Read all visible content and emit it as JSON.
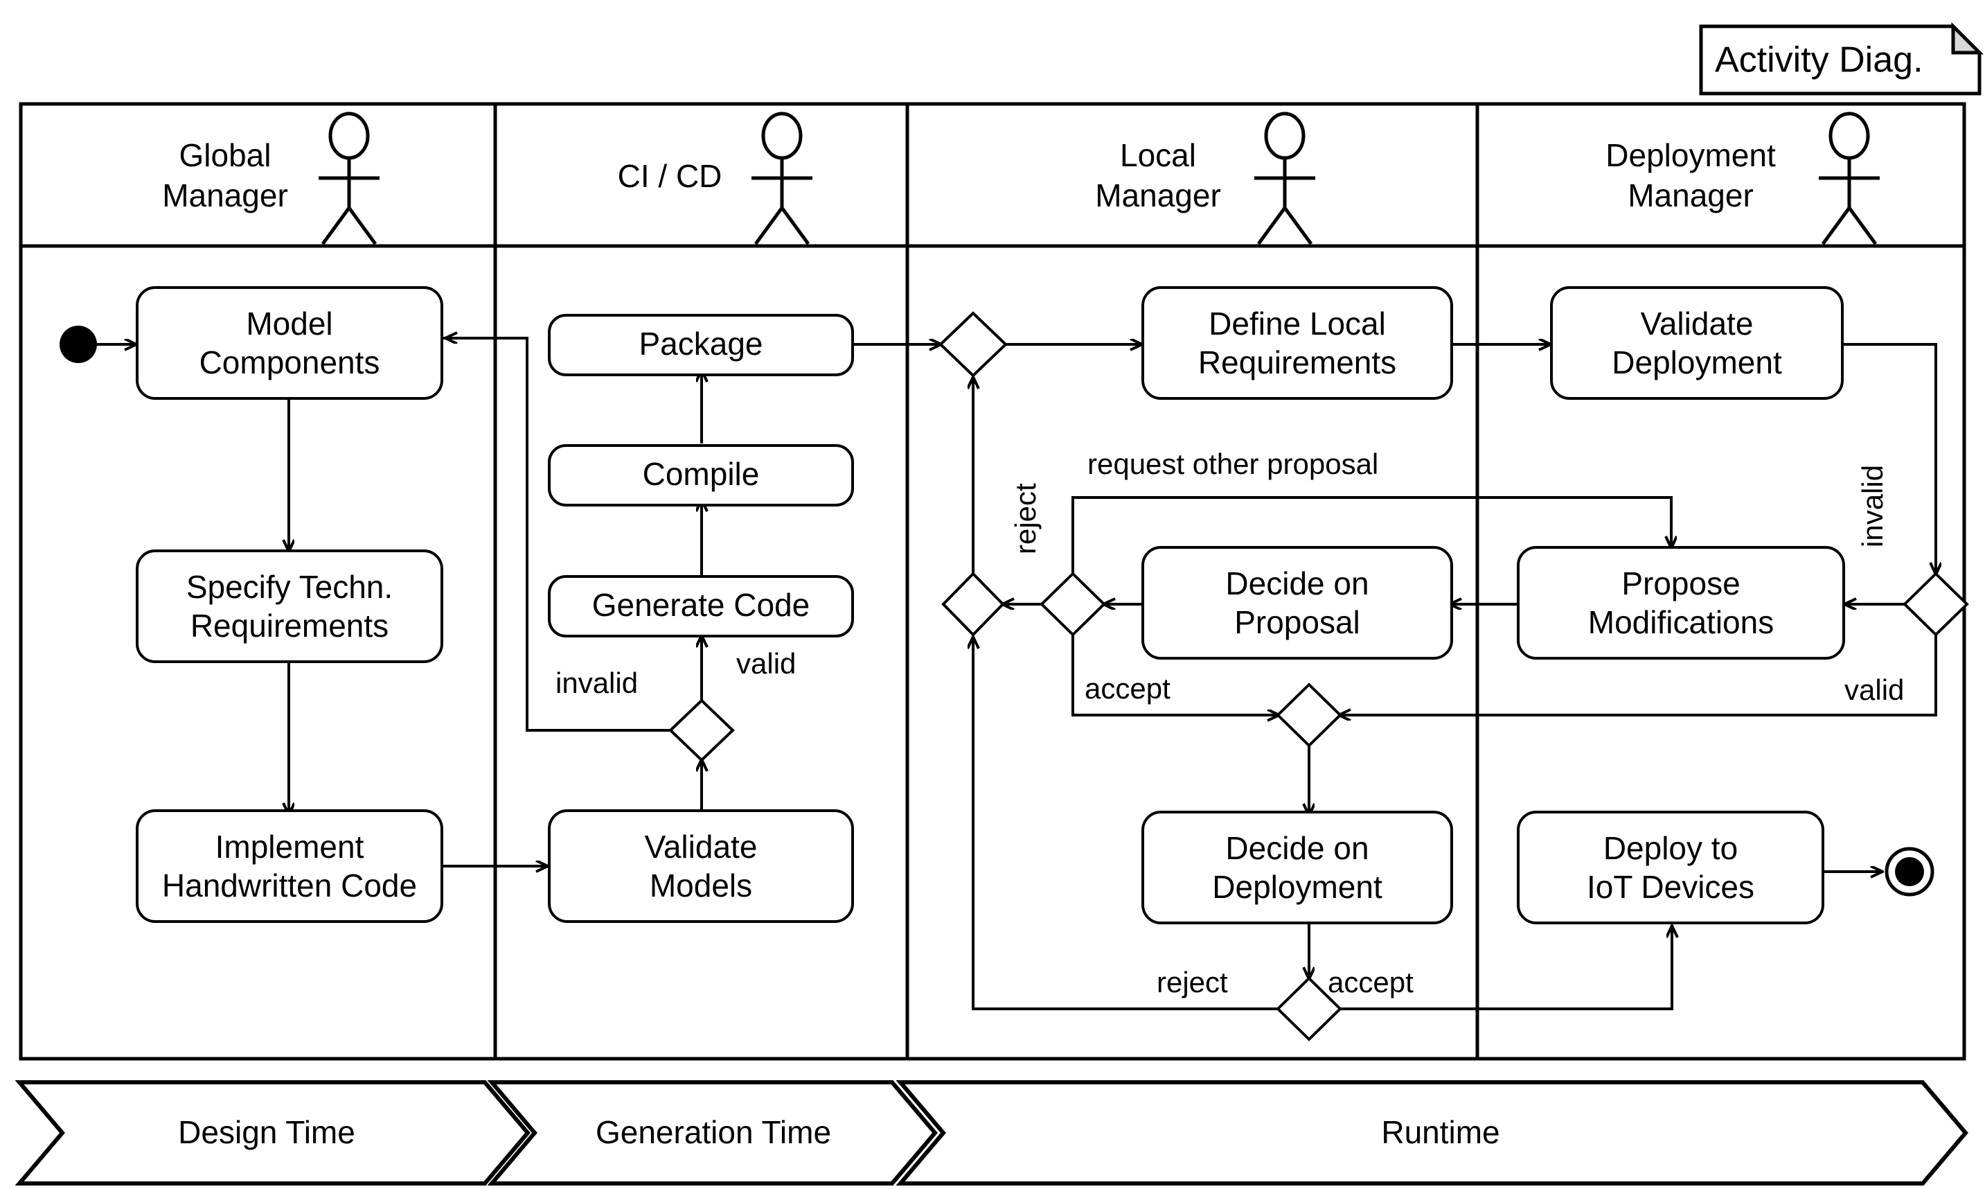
{
  "diagram": {
    "title_note": "Activity Diag.",
    "kind": "uml-activity-diagram"
  },
  "lanes": [
    {
      "id": "global-manager",
      "label_line1": "Global",
      "label_line2": "Manager",
      "actor_icon": "actor-stick-figure"
    },
    {
      "id": "ci-cd",
      "label_line1": "CI / CD",
      "label_line2": "",
      "actor_icon": "actor-stick-figure"
    },
    {
      "id": "local-manager",
      "label_line1": "Local",
      "label_line2": "Manager",
      "actor_icon": "actor-stick-figure"
    },
    {
      "id": "deployment-manager",
      "label_line1": "Deployment",
      "label_line2": "Manager",
      "actor_icon": "actor-stick-figure"
    }
  ],
  "activities": [
    {
      "id": "model-components",
      "lane": "global-manager",
      "line1": "Model",
      "line2": "Components"
    },
    {
      "id": "specify-techn-req",
      "lane": "global-manager",
      "line1": "Specify Techn.",
      "line2": "Requirements"
    },
    {
      "id": "implement-handwritten",
      "lane": "global-manager",
      "line1": "Implement",
      "line2": "Handwritten Code"
    },
    {
      "id": "package",
      "lane": "ci-cd",
      "line1": "Package",
      "line2": ""
    },
    {
      "id": "compile",
      "lane": "ci-cd",
      "line1": "Compile",
      "line2": ""
    },
    {
      "id": "generate-code",
      "lane": "ci-cd",
      "line1": "Generate Code",
      "line2": ""
    },
    {
      "id": "validate-models",
      "lane": "ci-cd",
      "line1": "Validate",
      "line2": "Models"
    },
    {
      "id": "define-local-req",
      "lane": "local-manager",
      "line1": "Define Local",
      "line2": "Requirements"
    },
    {
      "id": "decide-on-proposal",
      "lane": "local-manager",
      "line1": "Decide on",
      "line2": "Proposal"
    },
    {
      "id": "decide-on-deployment",
      "lane": "local-manager",
      "line1": "Decide on",
      "line2": "Deployment"
    },
    {
      "id": "validate-deployment",
      "lane": "deployment-manager",
      "line1": "Validate",
      "line2": "Deployment"
    },
    {
      "id": "propose-modifications",
      "lane": "deployment-manager",
      "line1": "Propose",
      "line2": "Modifications"
    },
    {
      "id": "deploy-to-iot",
      "lane": "deployment-manager",
      "line1": "Deploy to",
      "line2": "IoT Devices"
    }
  ],
  "guards": {
    "models_invalid": "invalid",
    "models_valid": "valid",
    "proposal_reject": "reject",
    "proposal_accept": "accept",
    "request_other_proposal": "request other proposal",
    "deployment_invalid": "invalid",
    "deployment_valid": "valid",
    "deploy_reject": "reject",
    "deploy_accept": "accept"
  },
  "control_nodes": [
    {
      "id": "initial-node",
      "type": "initial"
    },
    {
      "id": "final-node",
      "type": "final"
    },
    {
      "id": "merge-top-local",
      "type": "merge"
    },
    {
      "id": "merge-reject-local",
      "type": "merge"
    },
    {
      "id": "decision-proposal",
      "type": "decision"
    },
    {
      "id": "merge-accept",
      "type": "merge"
    },
    {
      "id": "decision-deploy",
      "type": "decision"
    },
    {
      "id": "decision-models",
      "type": "decision"
    },
    {
      "id": "decision-validate-deployment",
      "type": "decision"
    }
  ],
  "phases": [
    {
      "id": "design-time",
      "label": "Design Time"
    },
    {
      "id": "generation-time",
      "label": "Generation Time"
    },
    {
      "id": "runtime",
      "label": "Runtime"
    }
  ],
  "colors": {
    "stroke": "#000000",
    "fill": "#ffffff",
    "note_fold": "#d8d8d8"
  }
}
